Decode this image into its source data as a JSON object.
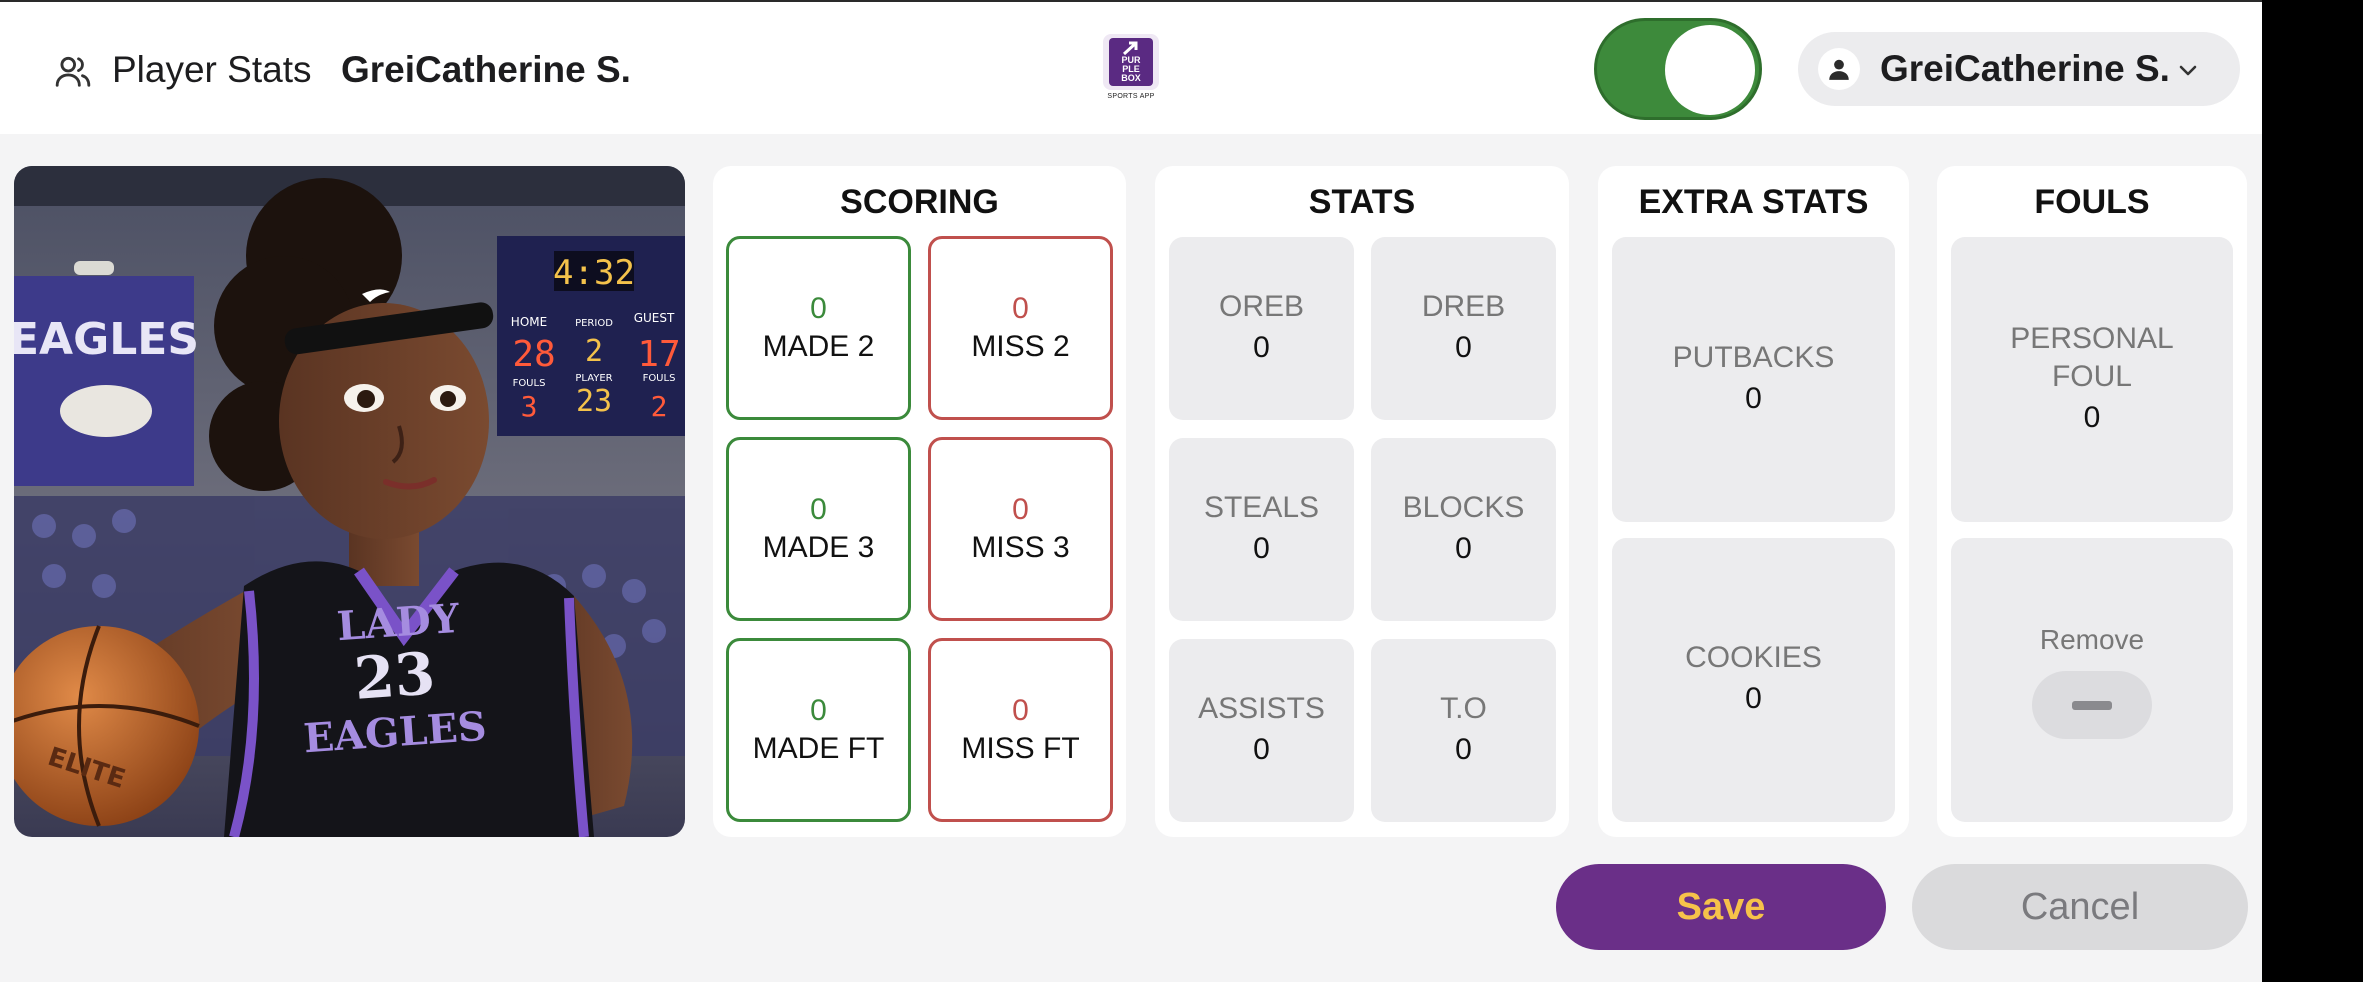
{
  "header": {
    "section_label": "Player Stats",
    "player_name": "GreiCatherine S.",
    "logo_lines": [
      "PUR",
      "PLE",
      "BOX"
    ],
    "logo_caption": "SPORTS APP",
    "toggle_on": true,
    "user_name": "GreiCatherine S."
  },
  "photo": {
    "jersey_top": "LADY",
    "jersey_number": "23",
    "jersey_bottom": "EAGLES",
    "banner_text": "EAGLES",
    "scoreboard_clock": "4:32",
    "scoreboard_home_label": "HOME",
    "scoreboard_period_label": "PERIOD",
    "scoreboard_guest_label": "GUEST",
    "scoreboard_home": "28",
    "scoreboard_period": "2",
    "scoreboard_guest": "17",
    "scoreboard_fouls_label": "FOULS",
    "scoreboard_player_label": "PLAYER",
    "scoreboard_fouls_home": "3",
    "scoreboard_player": "23",
    "scoreboard_fouls_guest": "2",
    "ball_text": "ELITE"
  },
  "scoring": {
    "title": "SCORING",
    "tiles": [
      {
        "label": "MADE 2",
        "value": "0"
      },
      {
        "label": "MISS 2",
        "value": "0"
      },
      {
        "label": "MADE 3",
        "value": "0"
      },
      {
        "label": "MISS 3",
        "value": "0"
      },
      {
        "label": "MADE FT",
        "value": "0"
      },
      {
        "label": "MISS FT",
        "value": "0"
      }
    ]
  },
  "stats": {
    "title": "STATS",
    "tiles": [
      {
        "label": "OREB",
        "value": "0"
      },
      {
        "label": "DREB",
        "value": "0"
      },
      {
        "label": "STEALS",
        "value": "0"
      },
      {
        "label": "BLOCKS",
        "value": "0"
      },
      {
        "label": "ASSISTS",
        "value": "0"
      },
      {
        "label": "T.O",
        "value": "0"
      }
    ]
  },
  "extra_stats": {
    "title": "EXTRA STATS",
    "tiles": [
      {
        "label": "PUTBACKS",
        "value": "0"
      },
      {
        "label": "COOKIES",
        "value": "0"
      }
    ]
  },
  "fouls": {
    "title": "FOULS",
    "personal_label": "PERSONAL FOUL",
    "personal_value": "0",
    "remove_label": "Remove"
  },
  "actions": {
    "save_label": "Save",
    "cancel_label": "Cancel"
  },
  "colors": {
    "made": "#3b8a3b",
    "miss": "#c0504d",
    "save_bg": "#6a2f88",
    "save_text": "#f6c24a",
    "toggle": "#3d8a3b"
  }
}
